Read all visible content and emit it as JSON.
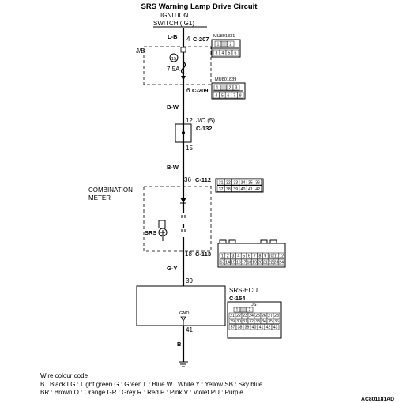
{
  "title": "SRS Warning Lamp Drive Circuit",
  "ignition_switch": {
    "line1": "IGNITION",
    "line2": "SWITCH (IG1)"
  },
  "junction_block": {
    "label": "J/B",
    "fuse_number": "15",
    "fuse_rating": "7.5A"
  },
  "combination_meter": {
    "line1": "COMBINATION",
    "line2": "METER",
    "lamp_label": "SRS"
  },
  "srs_ecu": {
    "line1": "SRS-ECU",
    "line2": "C-154",
    "gnd_label": "GND"
  },
  "wires": [
    {
      "id": "w1",
      "color": "L-B"
    },
    {
      "id": "w2",
      "color": "B-W"
    },
    {
      "id": "w3",
      "color": "B-W"
    },
    {
      "id": "w4",
      "color": "G-Y"
    },
    {
      "id": "w5",
      "color": "B"
    }
  ],
  "pins": {
    "c207": "4",
    "c207_code": "C-207",
    "c209": "6",
    "c209_code": "C-209",
    "jc_pin": "12",
    "jc_code": "J/C (5)",
    "c132_code": "C-132",
    "jc_out": "15",
    "c112": "36",
    "c112_code": "C-112",
    "c113": "18",
    "c113_code": "C-113",
    "ecu_pin": "39",
    "gnd_pin": "41"
  },
  "connector_codes": {
    "c207": "MU801331",
    "c209": "MU801839",
    "c154": "JST"
  },
  "connector_grids": {
    "c207_row1": [
      "1",
      "",
      "2"
    ],
    "c207_row2": [
      "3",
      "4",
      "5",
      "6"
    ],
    "c209_row1": [
      "1",
      "",
      "2",
      "3"
    ],
    "c209_row2": [
      "4",
      "5",
      "6",
      "7",
      "8"
    ],
    "c112_row1": [
      "31",
      "32",
      "33",
      "34",
      "35",
      "36"
    ],
    "c112_row2": [
      "37",
      "38",
      "39",
      "40",
      "41",
      "42"
    ],
    "c113_row1": [
      "1",
      "2",
      "3",
      "4",
      "5",
      "6",
      "7",
      "8",
      "9",
      "10",
      "11",
      "12"
    ],
    "c113_row2": [
      "13",
      "14",
      "15",
      "16",
      "17",
      "18",
      "19",
      "20",
      "21",
      "22",
      "23",
      "24"
    ],
    "c154_row1": [
      "1",
      "",
      "2"
    ],
    "c154_row2": [
      "21",
      "22",
      "23",
      "24",
      "25",
      "26",
      "27",
      "28"
    ],
    "c154_row3": [
      "29",
      "30",
      "31",
      "32",
      "33",
      "34",
      "35",
      "36"
    ],
    "c154_row4": [
      "37",
      "38",
      "39",
      "40",
      "41",
      "42",
      "43"
    ]
  },
  "legend": {
    "heading": "Wire colour code",
    "line1": "B : Black    LG : Light green    G : Green    L : Blue    W : White    Y : Yellow    SB : Sky blue",
    "line2": "BR : Brown    O : Orange    GR : Grey    R : Red    P : Pink    V : Violet    PU : Purple"
  },
  "figure_code": "AC801181AD"
}
